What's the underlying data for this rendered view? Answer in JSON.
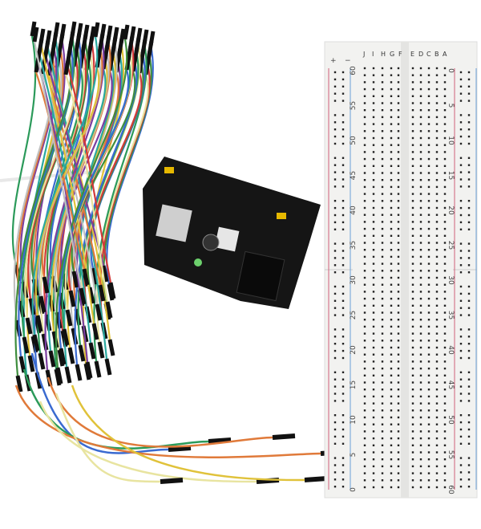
{
  "breadboard": {
    "left_letters": [
      "J",
      "I",
      "H",
      "G",
      "F"
    ],
    "right_letters": [
      "E",
      "D",
      "C",
      "B",
      "A"
    ],
    "row_numbers": [
      "0",
      "5",
      "10",
      "15",
      "20",
      "25",
      "30",
      "35",
      "40",
      "45",
      "50",
      "55",
      "60"
    ],
    "rail_plus": "+",
    "rail_minus": "−",
    "colors": {
      "body": "#f2f2f0",
      "rail_red": "#d0607a",
      "rail_blue": "#6aa0d8",
      "hole": "#222222"
    }
  },
  "power_module": {
    "color": "#111111",
    "jumper_color": "#e6b800"
  },
  "wires": {
    "colors": [
      "#2b9a5a",
      "#7b3fa0",
      "#d23a3a",
      "#e0c23a",
      "#3a6ad0",
      "#e07a3a",
      "#e8e4a0",
      "#2aa8a0",
      "#3e8e3e",
      "#c0c0c0"
    ]
  }
}
